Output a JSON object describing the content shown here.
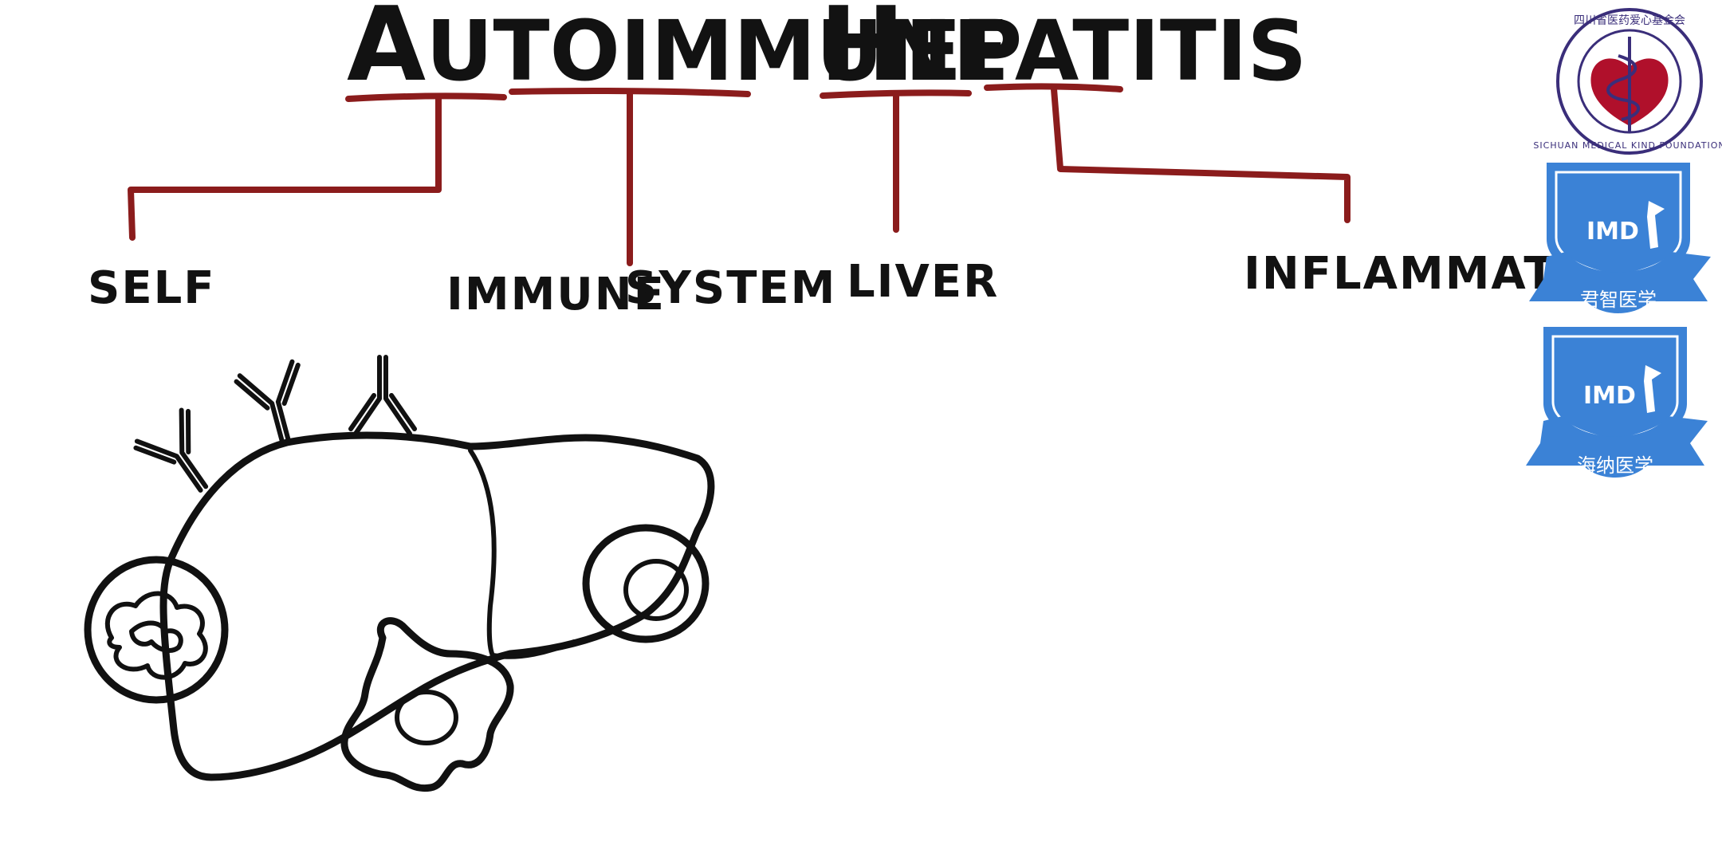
{
  "title": {
    "word1_first": "A",
    "word1_rest": "UTOIMMUNE",
    "word2_first": "H",
    "word2_rest": "EPATITIS"
  },
  "labels": {
    "self": "SELF",
    "immune": "IMMUNE",
    "system": "SYSTEM",
    "liver": "LIVER",
    "inflammation": "INFLAMMATION"
  },
  "logos": {
    "foundation_cn": "四川省医药爱心基金会",
    "foundation_en": "SICHUAN MEDICAL KIND FOUNDATION",
    "imd1_mark": "IMD",
    "imd1_cn": "君智医学",
    "imd2_mark": "IMD",
    "imd2_cn": "海纳医学"
  },
  "colors": {
    "bracket": "#8b1c1c",
    "ink": "#111111",
    "foundation_ring": "#3a2e7a",
    "foundation_heart": "#b0102b",
    "shield_blue": "#3b82d6",
    "shield_blue_dark": "#2866b8"
  },
  "icons": [
    "antibody-icon",
    "liver-icon",
    "neutrophil-icon",
    "lymphocyte-icon",
    "macrophage-icon"
  ]
}
